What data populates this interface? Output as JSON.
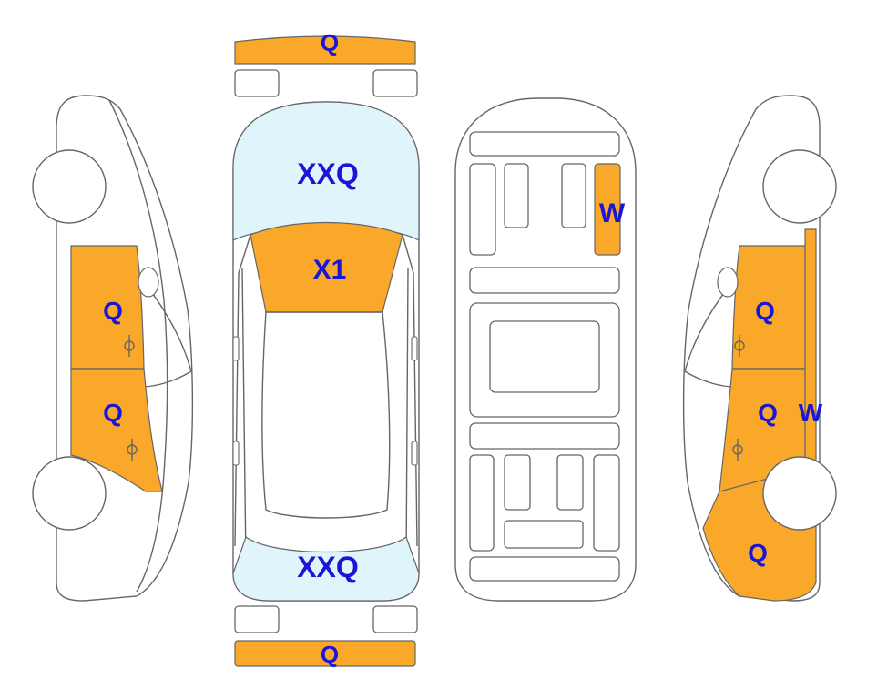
{
  "colors": {
    "damaged_panel": "#f9a82a",
    "glass": "#dff4fb",
    "outline": "#666666",
    "label": "#1a16d8"
  },
  "views": {
    "left_side": {
      "rear_door": "Q",
      "front_door": "Q"
    },
    "top": {
      "front_bumper": "Q",
      "windshield": "XXQ",
      "hood": "X1",
      "rear_window": "XXQ",
      "rear_bumper": "Q"
    },
    "underside": {
      "floor_panel": "W"
    },
    "right_side": {
      "front_door": "Q",
      "rear_door": "Q",
      "pillar": "W",
      "quarter_panel": "Q"
    }
  }
}
